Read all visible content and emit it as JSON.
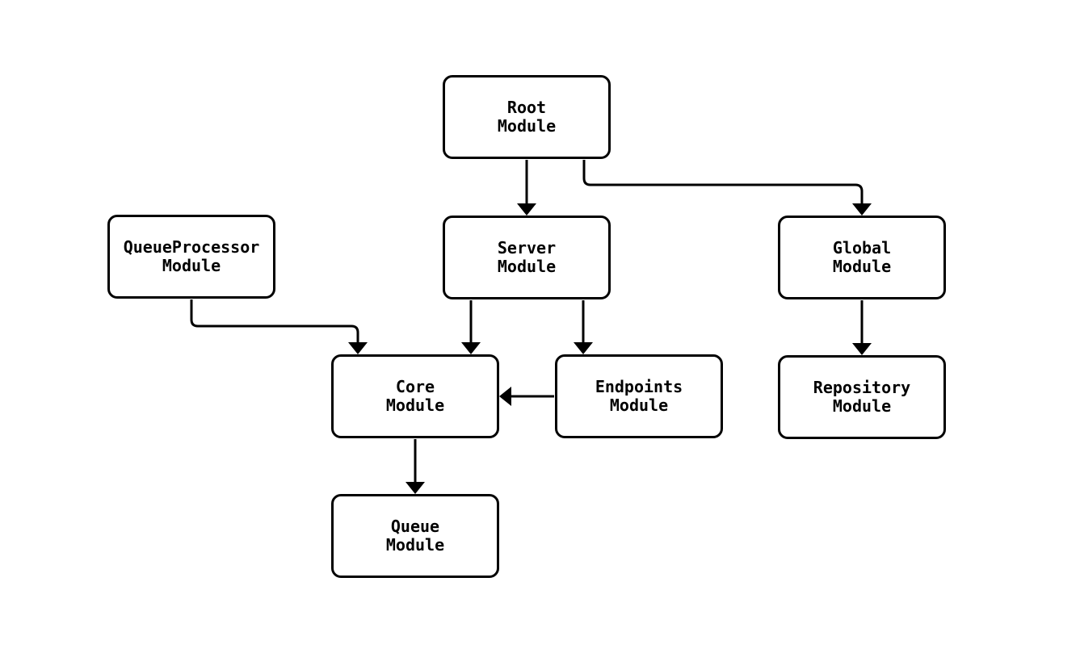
{
  "diagram": {
    "type": "flowchart",
    "colors": {
      "node_border": "#000000",
      "node_fill": "#ffffff",
      "edge_stroke": "#000000",
      "text": "#000000",
      "background": "#ffffff"
    },
    "nodes": [
      {
        "id": "root",
        "label": "Root\nModule"
      },
      {
        "id": "server",
        "label": "Server\nModule"
      },
      {
        "id": "global",
        "label": "Global\nModule"
      },
      {
        "id": "queueprocessor",
        "label": "QueueProcessor\nModule"
      },
      {
        "id": "core",
        "label": "Core\nModule"
      },
      {
        "id": "endpoints",
        "label": "Endpoints\nModule"
      },
      {
        "id": "repository",
        "label": "Repository\nModule"
      },
      {
        "id": "queue",
        "label": "Queue\nModule"
      }
    ],
    "edges": [
      {
        "from": "root",
        "to": "server"
      },
      {
        "from": "root",
        "to": "global"
      },
      {
        "from": "queueprocessor",
        "to": "core"
      },
      {
        "from": "server",
        "to": "core"
      },
      {
        "from": "server",
        "to": "endpoints"
      },
      {
        "from": "endpoints",
        "to": "core"
      },
      {
        "from": "global",
        "to": "repository"
      },
      {
        "from": "core",
        "to": "queue"
      }
    ]
  }
}
